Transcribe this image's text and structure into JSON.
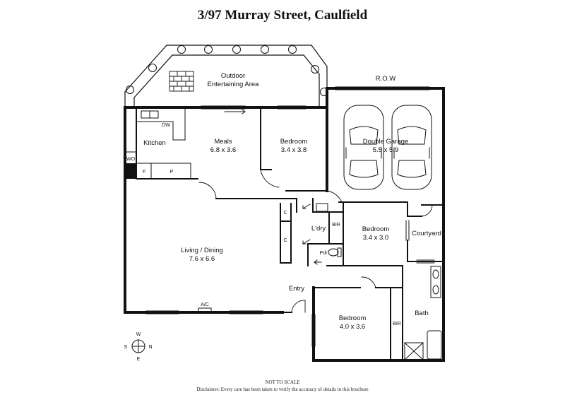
{
  "title": "3/97 Murray Street, Caulfield",
  "rooms": {
    "outdoor": "Outdoor",
    "outdoor2": "Entertaining Area",
    "row": "R.O.W",
    "kitchen": "Kitchen",
    "dw": "DW",
    "wo": "WO",
    "f": "F",
    "p": "P",
    "meals": "Meals",
    "meals_dim": "6.8 x 3.6",
    "bed1": "Bedroom",
    "bed1_dim": "3.4 x 3.8",
    "garage": "Double Garage",
    "garage_dim": "5.5 x 5.9",
    "c1": "C",
    "c2": "C",
    "bir1": "BIR",
    "ldry": "L'dry",
    "pdr": "Pdr",
    "bed2": "Bedroom",
    "bed2_dim": "3.4 x 3.0",
    "courtyard": "Courtyard",
    "living": "Living / Dining",
    "living_dim": "7.6 x 6.6",
    "entry": "Entry",
    "ac": "A/C",
    "bed3": "Bedroom",
    "bed3_dim": "4.0 x 3.6",
    "bir2": "BIR",
    "bath": "Bath"
  },
  "compass": {
    "n": "N",
    "s": "S",
    "e": "E",
    "w": "W"
  },
  "footer": {
    "not_to_scale": "NOT TO SCALE",
    "disclaimer": "Disclaimer: Every care has been taken to verify the accuracy of details in this brochure"
  }
}
